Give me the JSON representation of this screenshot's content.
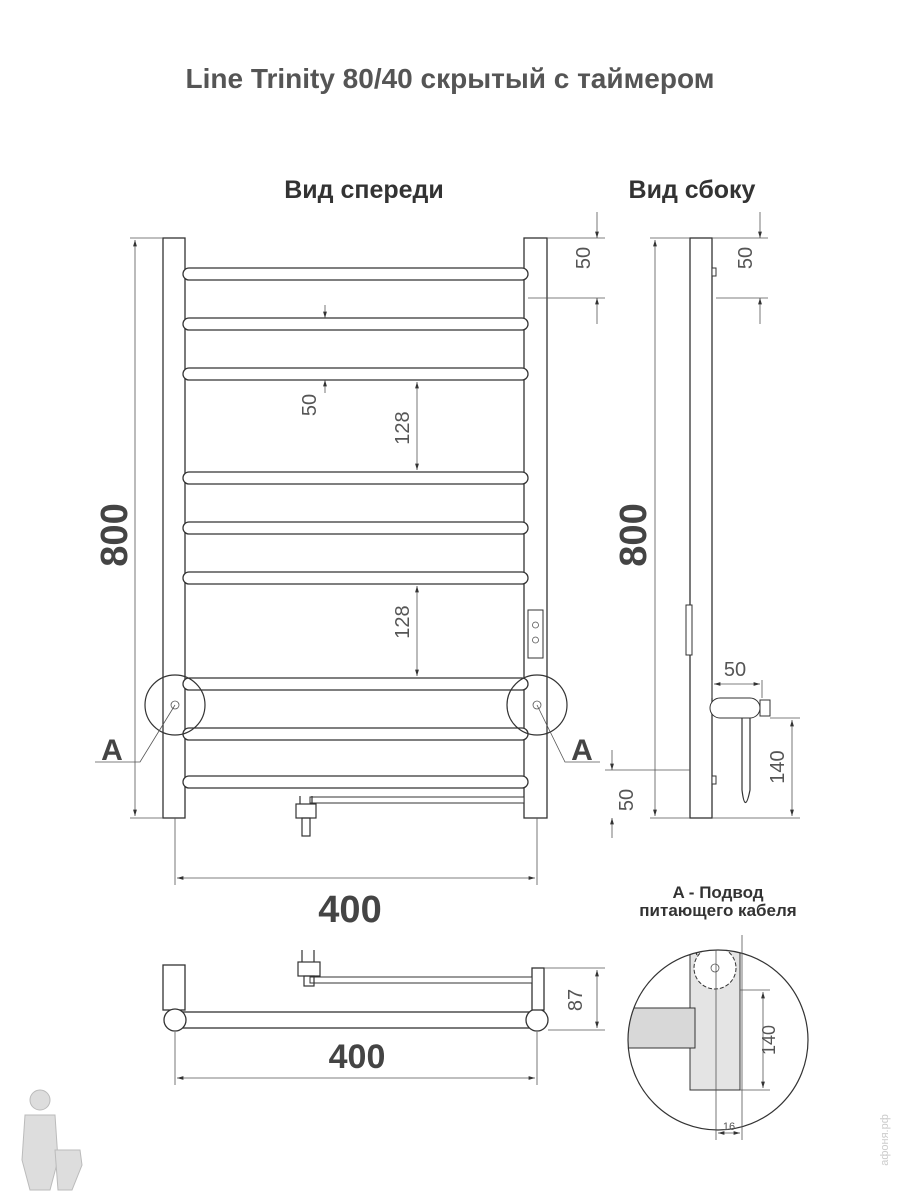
{
  "title": "Line Trinity 80/40 скрытый с таймером",
  "views": {
    "front": {
      "heading": "Вид спереди",
      "height_dim": "800",
      "top_offset_dim": "50",
      "gap_dim": "50",
      "spacing_dim_1": "128",
      "spacing_dim_2": "128",
      "width_dim": "400",
      "callout_left": "A",
      "callout_right": "A"
    },
    "side": {
      "heading": "Вид сбоку",
      "height_dim": "800",
      "top_offset_dim": "50",
      "bottom_offset_dim": "50",
      "plug_depth_dim": "50",
      "plug_height_dim": "140"
    },
    "top": {
      "depth_dim": "87",
      "width_dim": "400"
    },
    "detail": {
      "title_line1": "A - Подвод",
      "title_line2": "питающего кабеля",
      "height_dim": "140",
      "width_dim": "16"
    }
  },
  "watermark": "афоня.рф"
}
